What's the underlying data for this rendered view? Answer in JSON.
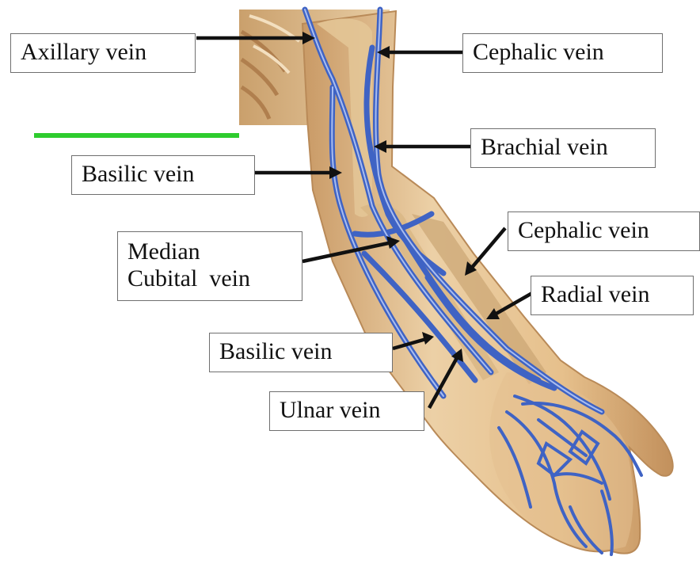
{
  "colors": {
    "vein": "#3f63c4",
    "vein_highlight": "#a9bdf0",
    "skin": "#e9c79a",
    "skin_shadow": "#c99a66",
    "bone": "#d9b98a",
    "accent_line": "#2ecc2e",
    "arrow": "#111111"
  },
  "labels": {
    "axillary": "Axillary vein",
    "cephalic_upper": "Cephalic vein",
    "brachial": "Brachial vein",
    "basilic_upper": "Basilic vein",
    "median_cubital_line1": "Median",
    "median_cubital_line2": "Cubital  vein",
    "cephalic_forearm": "Cephalic vein",
    "radial": "Radial vein",
    "basilic_forearm": "Basilic vein",
    "ulnar": "Ulnar vein"
  }
}
